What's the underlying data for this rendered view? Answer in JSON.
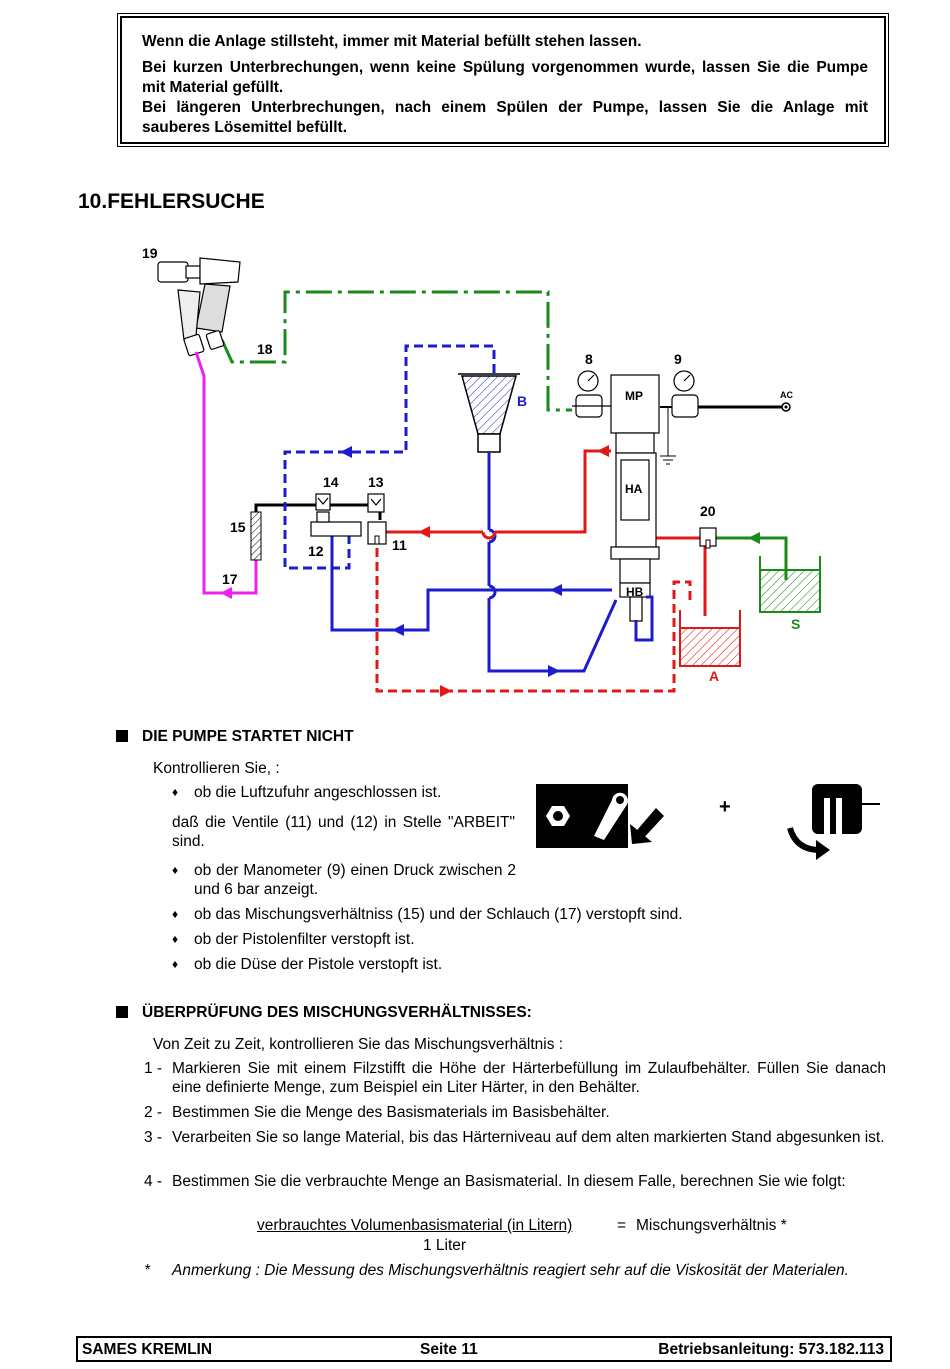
{
  "note": {
    "p1": "Wenn die Anlage stillsteht, immer mit Material befüllt stehen lassen.",
    "p2": "Bei kurzen Unterbrechungen, wenn keine Spülung vorgenommen wurde, lassen Sie die Pumpe mit Material gefüllt.",
    "p3": "Bei längeren Unterbrechungen, nach einem Spülen der Pumpe, lassen Sie die Anlage mit sauberes Lösemittel befüllt."
  },
  "heading": "10.FEHLERSUCHE",
  "diagram": {
    "labels": {
      "l19": "19",
      "l18": "18",
      "l8": "8",
      "l9": "9",
      "lMP": "MP",
      "lAC": "AC",
      "lB": "B",
      "l14": "14",
      "l13": "13",
      "lHA": "HA",
      "l15": "15",
      "l12": "12",
      "l11": "11",
      "l20": "20",
      "l17": "17",
      "lHB": "HB",
      "lS": "S",
      "lA": "A"
    },
    "colors": {
      "green": "#1a8a1a",
      "blue": "#1c1ccc",
      "red": "#e01818",
      "magenta": "#ee22ee",
      "black": "#000000"
    }
  },
  "section1": {
    "title": "DIE PUMPE STARTET NICHT",
    "intro": "Kontrollieren Sie, :",
    "items": [
      "ob die Luftzufuhr angeschlossen ist.",
      "daß die Ventile (11) und (12) in Stelle \"ARBEIT\" sind.",
      "ob der Manometer (9) einen Druck zwischen 2 und 6 bar anzeigt.",
      "ob das Mischungsverhältniss (15) und der Schlauch (17) verstopft sind.",
      "ob der Pistolenfilter verstopft ist.",
      "ob die Düse der Pistole verstopft ist."
    ],
    "plus": "+"
  },
  "section2": {
    "title": "ÜBERPRÜFUNG DES MISCHUNGSVERHÄLTNISSES:",
    "intro": "Von Zeit zu Zeit, kontrollieren Sie das Mischungsverhältnis :",
    "steps": [
      {
        "n": "1 -",
        "text": "Markieren Sie mit einem Filzstifft die Höhe der Härterbefüllung im Zulaufbehälter. Füllen Sie danach eine definierte Menge, zum Beispiel ein Liter Härter, in den Behälter."
      },
      {
        "n": "2 -",
        "text": "Bestimmen Sie die Menge des Basismaterials im Basisbehälter."
      },
      {
        "n": "3 -",
        "text": "Verarbeiten Sie so lange Material, bis das Härterniveau auf dem alten markierten Stand abgesunken ist."
      },
      {
        "n": "4 -",
        "text": "Bestimmen Sie die verbrauchte Menge an Basismaterial. In diesem Falle, berechnen Sie wie folgt:"
      }
    ],
    "formula": {
      "numerator": "verbrauchtes Volumenbasismaterial (in Litern)",
      "equals": "=",
      "result": "Mischungsverhältnis *",
      "denominator": "1 Liter"
    },
    "remark_star": "*",
    "remark": "Anmerkung : Die Messung des Mischungsverhältnis reagiert sehr auf die Viskosität der Materialen."
  },
  "footer": {
    "left": "SAMES KREMLIN",
    "center": "Seite 11",
    "right": "Betriebsanleitung: 573.182.113"
  }
}
